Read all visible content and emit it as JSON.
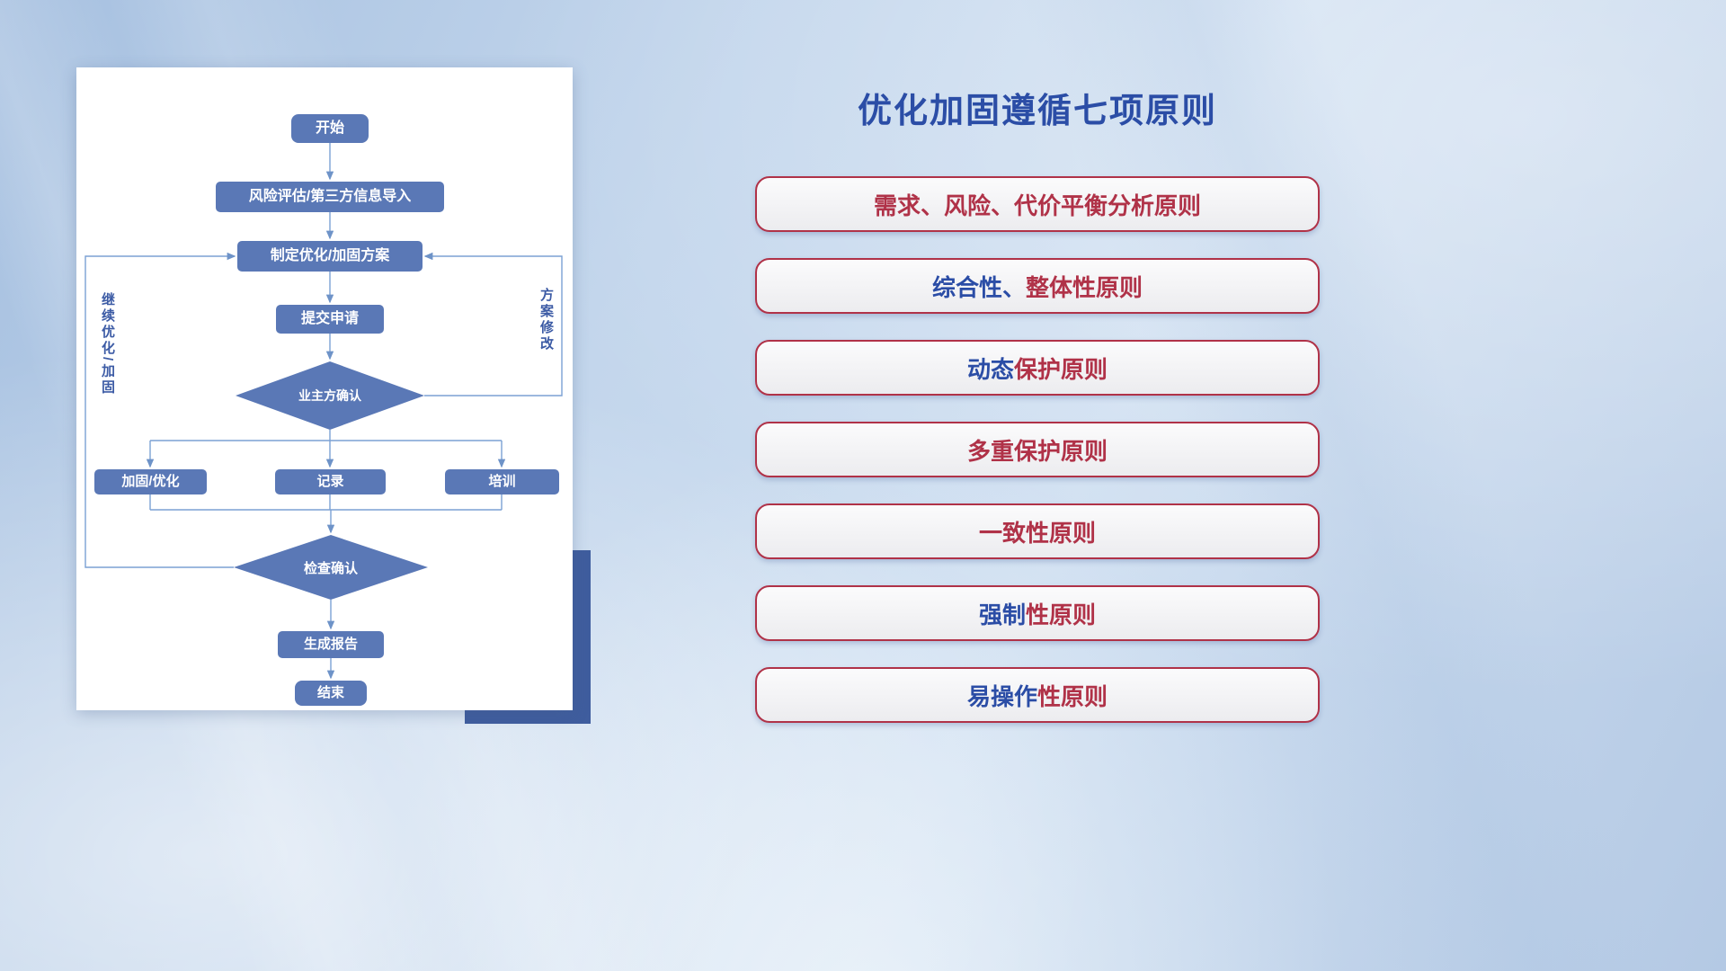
{
  "flowchart": {
    "nodes": {
      "start": "开始",
      "risk": "风险评估/第三方信息导入",
      "plan": "制定优化/加固方案",
      "submit": "提交申请",
      "owner_confirm": "业主方确认",
      "harden": "加固/优化",
      "record": "记录",
      "training": "培训",
      "check_confirm": "检查确认",
      "report": "生成报告",
      "end": "结束"
    },
    "loop_labels": {
      "left": "继续优化/加固",
      "right": "方案修改"
    }
  },
  "panel": {
    "title": "优化加固遵循七项原则",
    "principles": [
      {
        "pre": "",
        "main": "需求、风险、代价平衡分析原则"
      },
      {
        "pre": "综合性、",
        "main": "整体性原则"
      },
      {
        "pre": "动态",
        "main": "保护原则"
      },
      {
        "pre": "",
        "main": "多重保护原则"
      },
      {
        "pre": "",
        "main": "一致性原则"
      },
      {
        "pre": "强制",
        "main": "性原则"
      },
      {
        "pre": "易操作",
        "main": "性原则"
      }
    ]
  },
  "colors": {
    "accent_blue": "#2b4da6",
    "box_blue": "#5a78b6",
    "principle_red": "#b03248",
    "shadow_blue": "#3f5d9e",
    "connector_blue": "#7ba1d4"
  }
}
